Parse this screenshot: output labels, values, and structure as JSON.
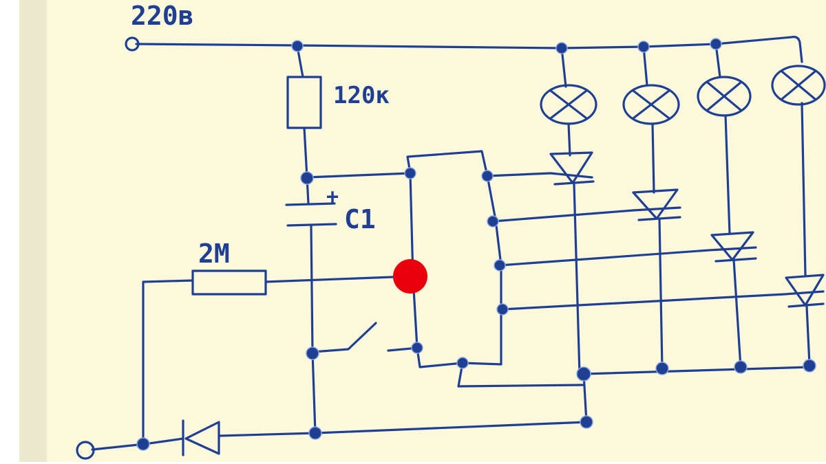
{
  "diagram": {
    "labels": {
      "supply_voltage": "220в",
      "resistor_top": "120к",
      "capacitor": "C1",
      "capacitor_polarity": "+",
      "resistor_left": "2М"
    },
    "colors": {
      "paper": "#fbf8dc",
      "paper_left_shade": "#ece9cf",
      "ink": "#1f3f93",
      "marker": "#e8000b"
    },
    "lamp_count": 4
  }
}
